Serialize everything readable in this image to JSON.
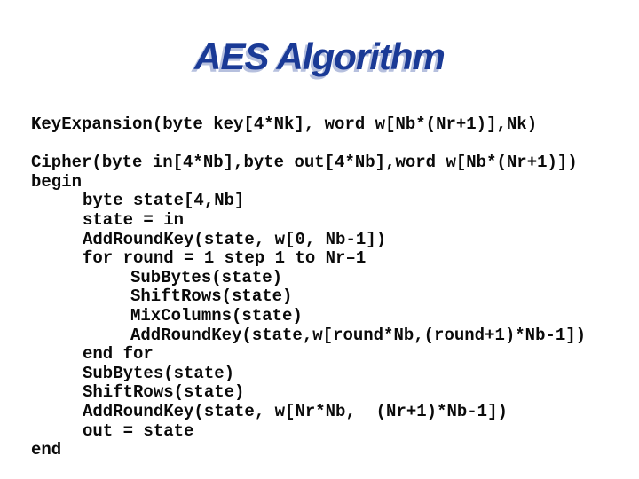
{
  "slide": {
    "title": "AES Algorithm"
  },
  "colors": {
    "background": "#ffffff",
    "title_text": "#1a3a96",
    "title_shadow": "#b6c0de",
    "code_text": "#0a0a0a"
  },
  "code": {
    "lines": [
      "KeyExpansion(byte key[4*Nk], word w[Nb*(Nr+1)],Nk)",
      "",
      "Cipher(byte in[4*Nb],byte out[4*Nb],word w[Nb*(Nr+1)])",
      "begin",
      "byte state[4,Nb]",
      "state = in",
      "AddRoundKey(state, w[0, Nb-1])",
      "for round = 1 step 1 to Nr–1",
      "SubBytes(state)",
      "ShiftRows(state)",
      "MixColumns(state)",
      "AddRoundKey(state,w[round*Nb,(round+1)*Nb-1])",
      "end for",
      "SubBytes(state)",
      "ShiftRows(state)",
      "AddRoundKey(state, w[Nr*Nb,  (Nr+1)*Nb-1])",
      "out = state",
      "end"
    ]
  }
}
